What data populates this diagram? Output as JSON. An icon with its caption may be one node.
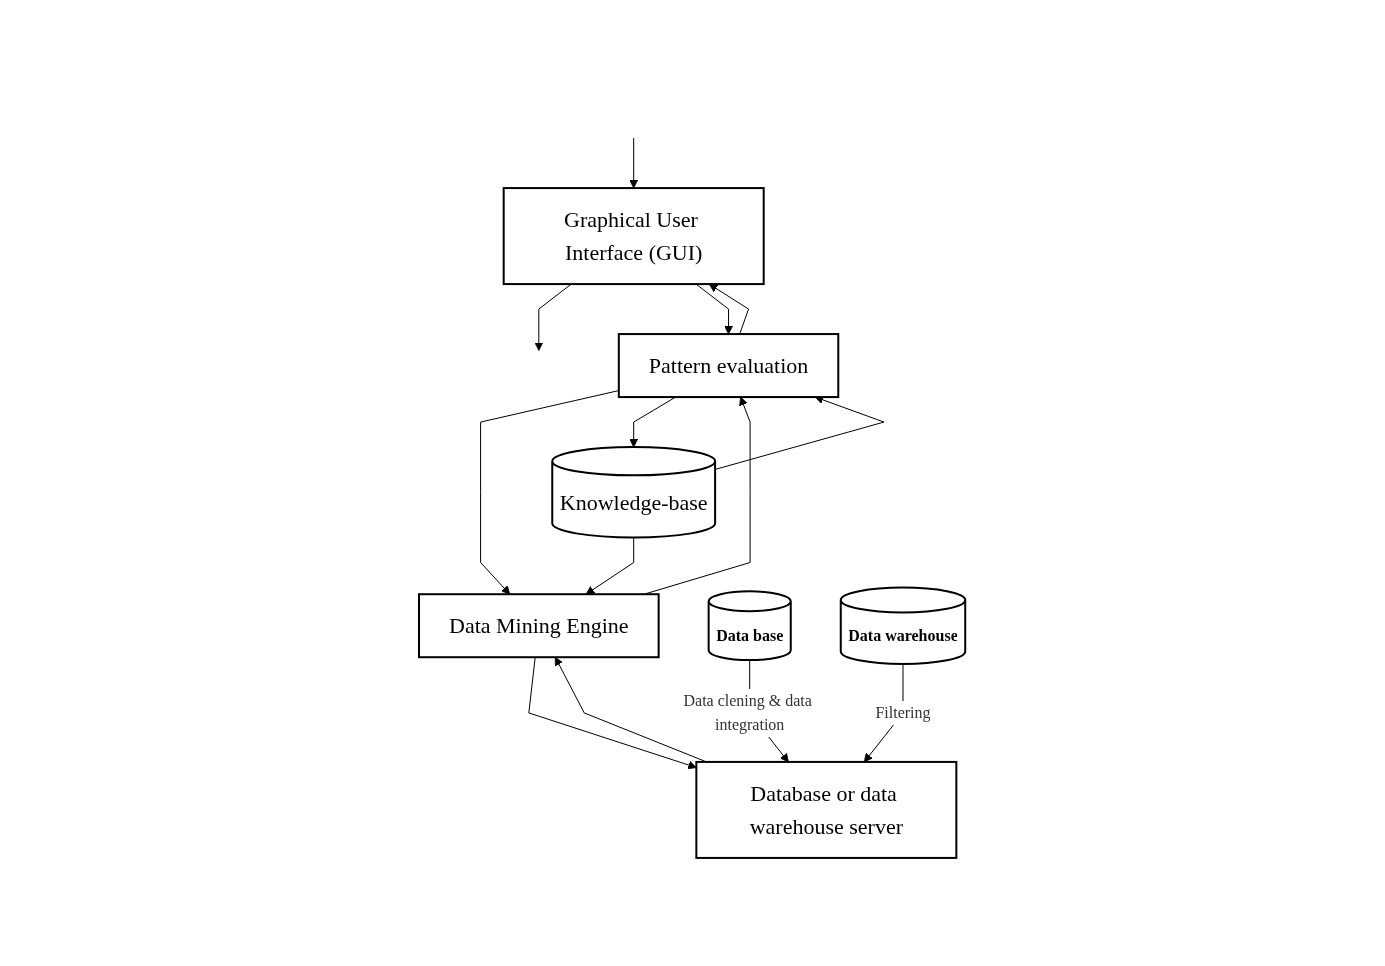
{
  "diagram": {
    "nodes": [
      {
        "text": [
          "Graphical User Interface (GUI)"
        ]
      },
      {
        "text": [
          "Pattern evaluation"
        ]
      },
      {
        "text": [
          "Data Mining Engine"
        ]
      },
      {
        "text": [
          "Database or data warehouse server"
        ]
      },
      {
        "text": [
          "Knowledge-base"
        ]
      },
      {
        "text": [
          "Data base"
        ]
      },
      {
        "text": [
          "Data warehouse"
        ]
      }
    ],
    "edges": [
      {
        "from": null,
        "to": 0,
        "arrow": "to"
      },
      {
        "from": 0,
        "to": null,
        "arrow": "to"
      },
      {
        "from": 0,
        "to": 1,
        "arrow": "to"
      },
      {
        "from": 1,
        "to": 0,
        "arrow": "to"
      },
      {
        "from": 1,
        "to": 2,
        "arrow": "to"
      },
      {
        "from": 2,
        "to": 1,
        "arrow": "to"
      },
      {
        "from": 2,
        "to": 3,
        "arrow": "to"
      },
      {
        "from": 3,
        "to": 2,
        "arrow": "to"
      },
      {
        "from": 1,
        "to": 4,
        "arrow": "to"
      },
      {
        "from": 4,
        "to": 1,
        "arrow": "to"
      },
      {
        "from": 4,
        "to": 2,
        "arrow": "to"
      },
      {
        "from": 5,
        "to": 3,
        "arrow": "to",
        "label": "Data clening & data integration"
      },
      {
        "from": 6,
        "to": 3,
        "arrow": "to",
        "label": "Filtering"
      }
    ]
  }
}
